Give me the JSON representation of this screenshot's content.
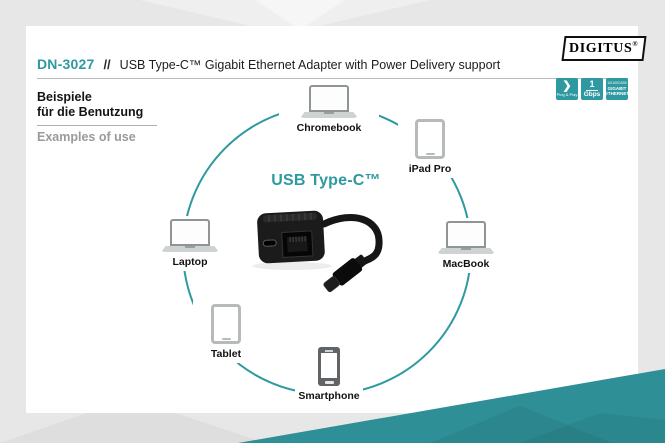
{
  "colors": {
    "accent_teal": "#2E99A0",
    "wedge_teal": "#2E8F96",
    "background_gray": "#E7E7E7",
    "subtitle_gray": "#9A9A9A",
    "text_black": "#1A1A1A"
  },
  "header": {
    "model": "DN-3027",
    "separator": "//",
    "title": "USB Type-C™ Gigabit Ethernet Adapter with Power Delivery support"
  },
  "brand": {
    "name": "DIGITUS",
    "registered": "®"
  },
  "badges": [
    {
      "id": "plug-and-play",
      "symbol": "❯",
      "label": "Plug & Play"
    },
    {
      "id": "one-gbps",
      "value": "1",
      "label": "Gbps"
    },
    {
      "id": "gigabit-ethernet",
      "lines": [
        "10/100/1000",
        "GIGABIT",
        "ETHERNET"
      ]
    }
  ],
  "intro": {
    "heading_line1": "Beispiele",
    "heading_line2": "für die Benutzung",
    "subtitle": "Examples of use"
  },
  "diagram": {
    "center_label": "USB Type-C™",
    "devices": [
      {
        "id": "chromebook",
        "type": "laptop",
        "label": "Chromebook"
      },
      {
        "id": "ipad-pro",
        "type": "tablet",
        "label": "iPad Pro"
      },
      {
        "id": "macbook",
        "type": "laptop",
        "label": "MacBook"
      },
      {
        "id": "smartphone",
        "type": "phone",
        "label": "Smartphone"
      },
      {
        "id": "tablet",
        "type": "tablet",
        "label": "Tablet"
      },
      {
        "id": "laptop",
        "type": "laptop",
        "label": "Laptop"
      }
    ]
  }
}
